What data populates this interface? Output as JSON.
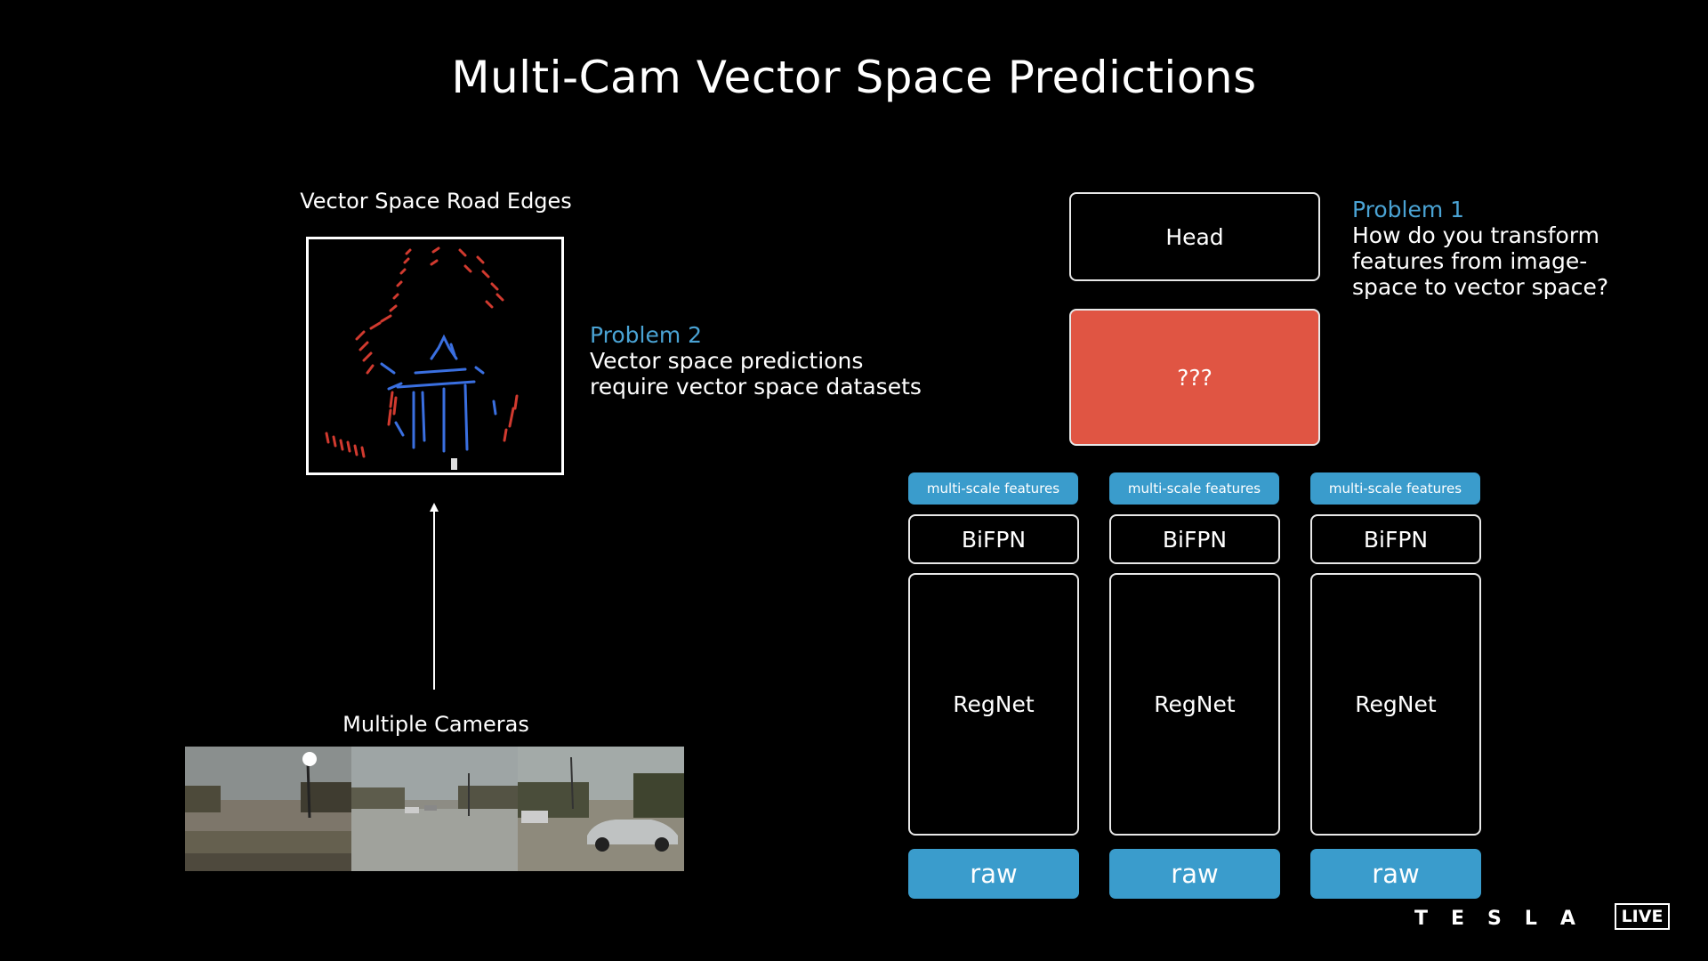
{
  "title": "Multi-Cam Vector Space Predictions",
  "road_edges_label": "Vector Space Road Edges",
  "cameras_label": "Multiple Cameras",
  "problem2": {
    "heading": "Problem 2",
    "line1": "Vector space predictions",
    "line2": "require vector space datasets"
  },
  "problem1": {
    "heading": "Problem 1",
    "line1": "How do you transform",
    "line2": "features from image-",
    "line3": "space to vector space?"
  },
  "head_label": "Head",
  "unknown_label": "???",
  "columns": [
    {
      "msf": "multi-scale features",
      "bifpn": "BiFPN",
      "regnet": "RegNet",
      "raw": "raw"
    },
    {
      "msf": "multi-scale features",
      "bifpn": "BiFPN",
      "regnet": "RegNet",
      "raw": "raw"
    },
    {
      "msf": "multi-scale features",
      "bifpn": "BiFPN",
      "regnet": "RegNet",
      "raw": "raw"
    }
  ],
  "brand": "TESLA",
  "live": "LIVE",
  "colors": {
    "accent_blue": "#3a9ccc",
    "problem_blue": "#4aa3d4",
    "unknown_red": "#e05543"
  }
}
